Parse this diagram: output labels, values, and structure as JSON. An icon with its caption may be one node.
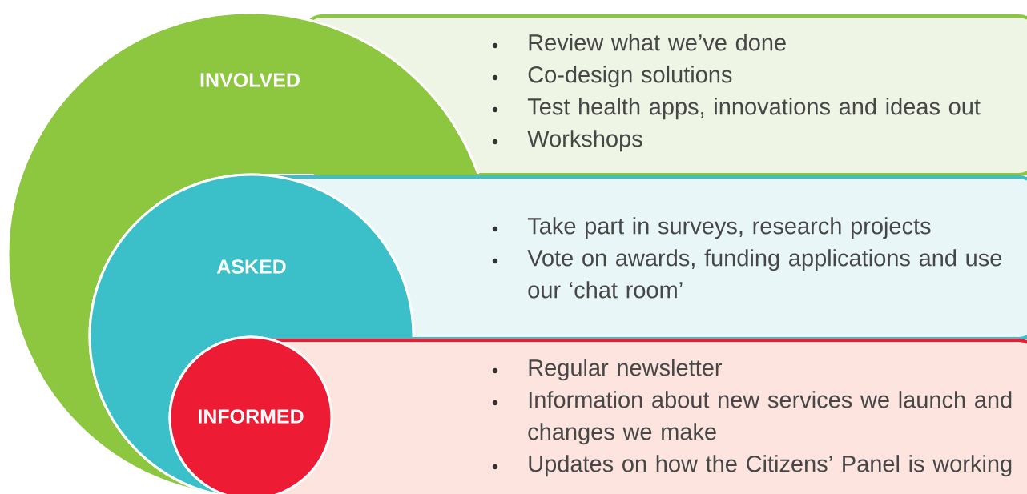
{
  "diagram": {
    "nodes": [
      {
        "text": [
          "INVOLVED"
        ]
      },
      {
        "text": [
          "Review what we’ve done",
          "Co-design solutions",
          "Test health apps, innovations and ideas out",
          "Workshops"
        ]
      },
      {
        "text": [
          "ASKED"
        ],
        "in": 0
      },
      {
        "text": [
          "Take part in surveys, research projects",
          "Vote on awards, funding applications and use our ‘chat room’"
        ]
      },
      {
        "text": [
          "INFORMED"
        ],
        "in": 2
      },
      {
        "text": [
          "Regular newsletter",
          "Information about new services we launch and changes we make",
          "Updates on how the Citizens’ Panel is working"
        ]
      }
    ]
  }
}
